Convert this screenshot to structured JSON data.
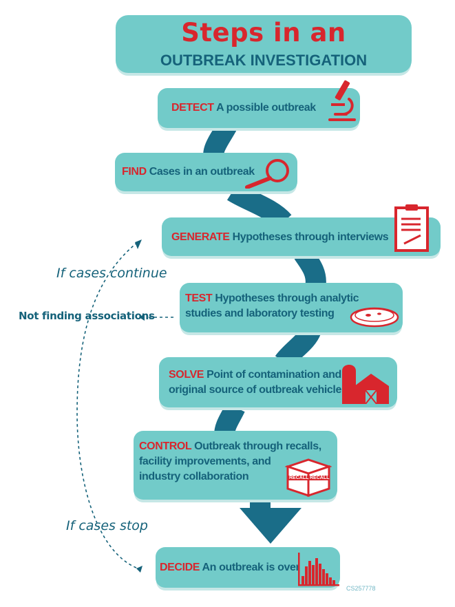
{
  "title": {
    "line1": "Steps in an",
    "line2": "OUTBREAK INVESTIGATION"
  },
  "steps": [
    {
      "keyword": "DETECT",
      "text": "A possible outbreak",
      "icon": "microscope-icon"
    },
    {
      "keyword": "FIND",
      "text": "Cases in an outbreak",
      "icon": "magnifying-glass-icon"
    },
    {
      "keyword": "GENERATE",
      "text": "Hypotheses through interviews",
      "icon": "clipboard-icon"
    },
    {
      "keyword": "TEST",
      "text": "Hypotheses through analytic",
      "line2": "studies and laboratory testing",
      "icon": "petri-dish-icon"
    },
    {
      "keyword": "SOLVE",
      "text": "Point of contamination and",
      "line2": "original source of outbreak vehicle",
      "icon": "farm-barn-icon"
    },
    {
      "keyword": "CONTROL",
      "text": "Outbreak through recalls,",
      "line2": "facility improvements, and",
      "line3": "industry collaboration",
      "icon": "recall-box-icon",
      "recall_label": "RECALL"
    },
    {
      "keyword": "DECIDE",
      "text": "An outbreak is over",
      "icon": "epi-curve-icon"
    }
  ],
  "side_labels": {
    "cases_continue": "If cases continue",
    "not_finding": "Not finding associations",
    "cases_stop": "If cases stop"
  },
  "code": "CS257778",
  "colors": {
    "box": "#72cbc9",
    "keyword": "#d8262d",
    "text": "#15627a",
    "connector": "#1a6d88"
  }
}
